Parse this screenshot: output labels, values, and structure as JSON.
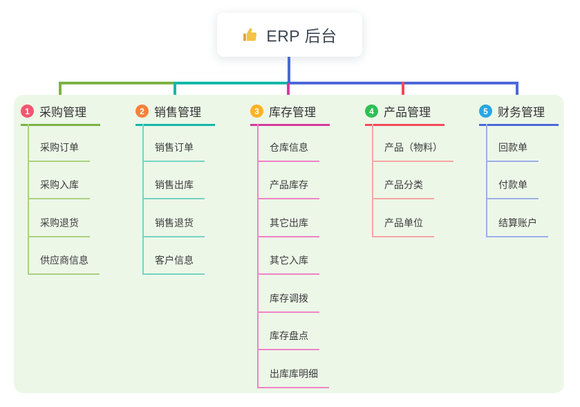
{
  "root": {
    "label": "ERP 后台",
    "icon": "thumbs-up-icon",
    "icon_color": "#f5c242"
  },
  "canvas": {
    "background": "#ffffff",
    "panel_background": "#ecf7e8"
  },
  "connector": {
    "root_line_color": "#4b68d8"
  },
  "branches": [
    {
      "num": "1",
      "title": "采购管理",
      "badge_color": "#f25670",
      "line_color": "#7cb342",
      "light_color": "#a9d27f",
      "children": [
        "采购订单",
        "采购入库",
        "采购退货",
        "供应商信息"
      ]
    },
    {
      "num": "2",
      "title": "销售管理",
      "badge_color": "#f5823c",
      "line_color": "#14b8a8",
      "light_color": "#77d3c2",
      "children": [
        "销售订单",
        "销售出库",
        "销售退货",
        "客户信息"
      ]
    },
    {
      "num": "3",
      "title": "库存管理",
      "badge_color": "#ffb224",
      "line_color": "#d63a9e",
      "light_color": "#ef83c5",
      "children": [
        "仓库信息",
        "产品库存",
        "其它出库",
        "其它入库",
        "库存调拨",
        "库存盘点",
        "出库库明细"
      ]
    },
    {
      "num": "4",
      "title": "产品管理",
      "badge_color": "#2fbf56",
      "line_color": "#f4495a",
      "light_color": "#f8a5a3",
      "children": [
        "产品（物料）",
        "产品分类",
        "产品单位"
      ]
    },
    {
      "num": "5",
      "title": "财务管理",
      "badge_color": "#29a7e3",
      "line_color": "#4b68d8",
      "light_color": "#9dafe8",
      "children": [
        "回款单",
        "付款单",
        "结算账户"
      ]
    }
  ]
}
